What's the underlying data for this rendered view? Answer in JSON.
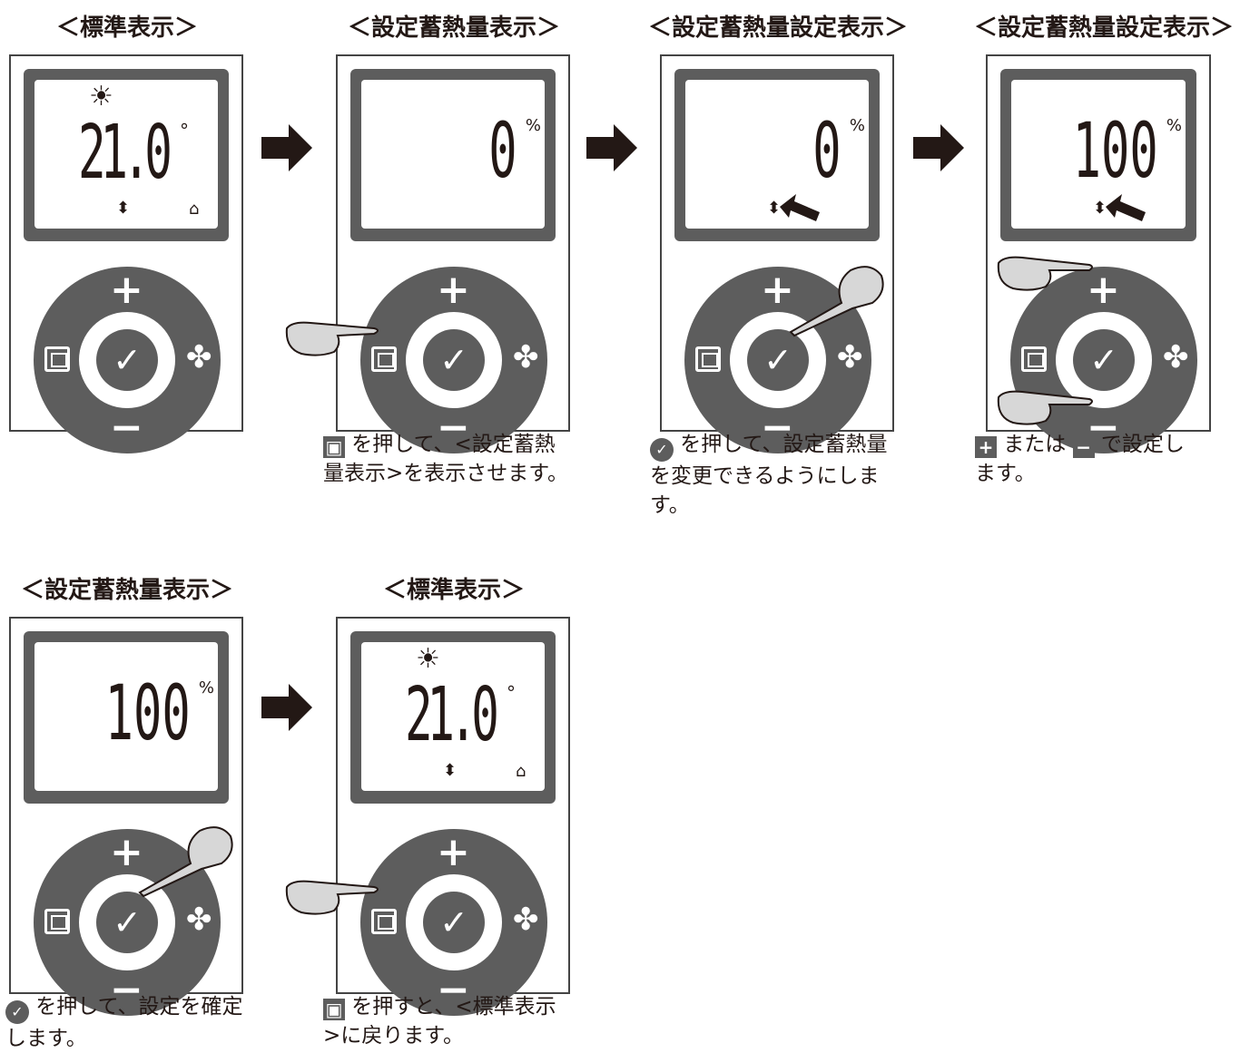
{
  "panels": [
    {
      "title": "＜標準表示＞",
      "mode": "standard",
      "temp": "21.0"
    },
    {
      "title": "＜設定蓄熱量表示＞",
      "mode": "percent",
      "value": "0"
    },
    {
      "title": "＜設定蓄熱量設定表示＞",
      "mode": "percent",
      "value": "0"
    },
    {
      "title": "＜設定蓄熱量設定表示＞",
      "mode": "percent",
      "value": "100"
    },
    {
      "title": "＜設定蓄熱量表示＞",
      "mode": "percent",
      "value": "100"
    },
    {
      "title": "＜標準表示＞",
      "mode": "standard",
      "temp": "21.0"
    }
  ],
  "symbols": {
    "percent": "%",
    "degree": "°",
    "sun": "☀",
    "updown": "⬍",
    "lock": "⌂",
    "plus": "+",
    "minus": "−",
    "check": "✓",
    "fan": "✤",
    "arrow": "➡"
  },
  "captions": {
    "c1": {
      "pre": "",
      "post": " を押して、<設定蓄熱",
      "line2": "量表示>を表示させます。"
    },
    "c2": {
      "pre": "",
      "post": " を押して、設定蓄熱量",
      "line2": "を変更できるようにしま",
      "line3": "す。"
    },
    "c3": {
      "mid": " または ",
      "post": " で設定し",
      "line2": "ます。"
    },
    "c4": {
      "post": " を押して、設定を確定",
      "line2": "します。"
    },
    "c5": {
      "post": " を押すと、<標準表示",
      "line2": ">に戻ります。"
    }
  }
}
